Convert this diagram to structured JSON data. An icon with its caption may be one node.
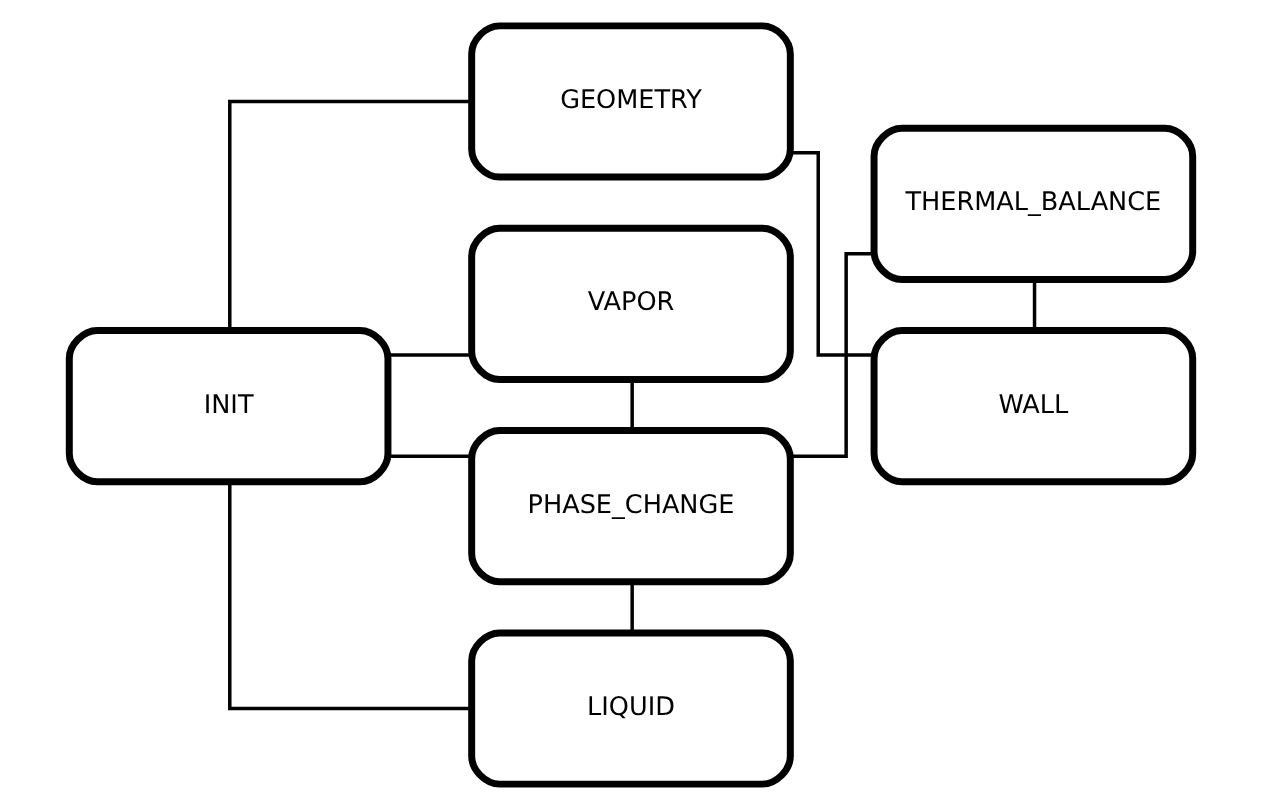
{
  "diagram": {
    "nodes": [
      {
        "text": [
          "INIT"
        ]
      },
      {
        "text": [
          "GEOMETRY"
        ]
      },
      {
        "text": [
          "VAPOR"
        ]
      },
      {
        "text": [
          "PHASE_CHANGE"
        ]
      },
      {
        "text": [
          "LIQUID"
        ]
      },
      {
        "text": [
          "THERMAL_BALANCE"
        ]
      },
      {
        "text": [
          "WALL"
        ]
      }
    ],
    "edges": [
      {
        "from": 0,
        "to": 1,
        "arrow": "none"
      },
      {
        "from": 0,
        "to": 2,
        "arrow": "none"
      },
      {
        "from": 0,
        "to": 3,
        "arrow": "none"
      },
      {
        "from": 0,
        "to": 4,
        "arrow": "none"
      },
      {
        "from": 2,
        "to": 3,
        "arrow": "none"
      },
      {
        "from": 3,
        "to": 4,
        "arrow": "none"
      },
      {
        "from": 1,
        "to": 6,
        "arrow": "none"
      },
      {
        "from": 3,
        "to": 5,
        "arrow": "none"
      },
      {
        "from": 5,
        "to": 6,
        "arrow": "none"
      }
    ]
  }
}
